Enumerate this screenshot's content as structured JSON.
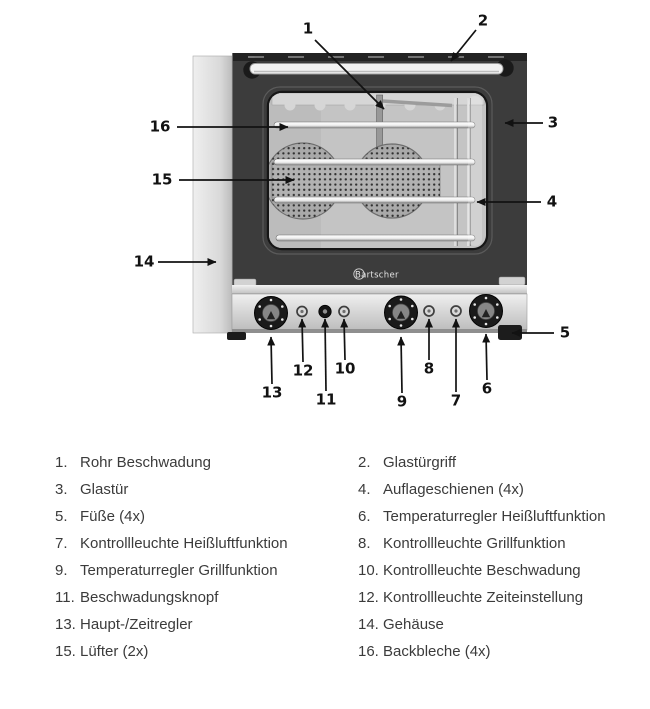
{
  "diagram": {
    "brand": "Bartscher",
    "callouts": [
      "1",
      "2",
      "3",
      "4",
      "5",
      "6",
      "7",
      "8",
      "9",
      "10",
      "11",
      "12",
      "13",
      "14",
      "15",
      "16"
    ]
  },
  "legend": {
    "left": [
      {
        "num": "1.",
        "label": "Rohr Beschwadung"
      },
      {
        "num": "3.",
        "label": "Glastür"
      },
      {
        "num": "5.",
        "label": "Füße (4x)"
      },
      {
        "num": "7.",
        "label": "Kontrollleuchte Heißluftfunktion"
      },
      {
        "num": "9.",
        "label": "Temperaturregler Grillfunktion"
      },
      {
        "num": "11.",
        "label": "Beschwadungsknopf"
      },
      {
        "num": "13.",
        "label": "Haupt-/Zeitregler"
      },
      {
        "num": "15.",
        "label": "Lüfter (2x)"
      }
    ],
    "right": [
      {
        "num": "2.",
        "label": "Glastürgriff"
      },
      {
        "num": "4.",
        "label": "Auflageschienen (4x)"
      },
      {
        "num": "6.",
        "label": "Temperaturregler Heißluftfunktion"
      },
      {
        "num": "8.",
        "label": "Kontrollleuchte Grillfunktion"
      },
      {
        "num": "10.",
        "label": "Kontrollleuchte Beschwadung"
      },
      {
        "num": "12.",
        "label": "Kontrollleuchte Zeiteinstellung"
      },
      {
        "num": "14.",
        "label": "Gehäuse"
      },
      {
        "num": "16.",
        "label": "Backbleche (4x)"
      }
    ]
  },
  "colors": {
    "legend_text": "#3b3b3b",
    "callout_text": "#121212",
    "oven_door": "#3c3c3c",
    "panel": "#d6d6d6"
  }
}
